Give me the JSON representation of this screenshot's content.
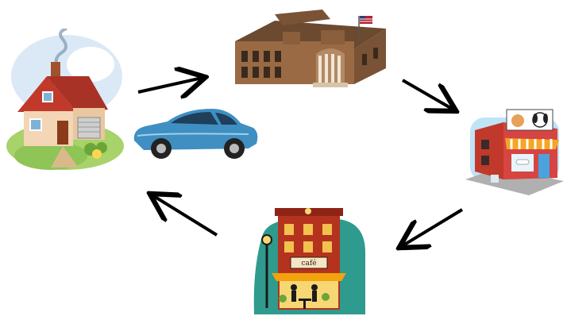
{
  "diagram": {
    "type": "cycle",
    "nodes": [
      {
        "id": "house",
        "icon": "house-icon"
      },
      {
        "id": "car",
        "icon": "car-icon"
      },
      {
        "id": "school",
        "icon": "school-building-icon"
      },
      {
        "id": "pet-store",
        "icon": "pet-store-icon"
      },
      {
        "id": "cafe",
        "icon": "cafe-icon",
        "sign_text": "café"
      }
    ],
    "edges": [
      {
        "from": "house",
        "to": "school"
      },
      {
        "from": "school",
        "to": "pet-store"
      },
      {
        "from": "pet-store",
        "to": "cafe"
      },
      {
        "from": "cafe",
        "to": "house"
      }
    ]
  },
  "colors": {
    "arrow": "#000000",
    "car_body": "#3f8fc2",
    "house_roof": "#c0392b",
    "school_brick": "#9a6a44",
    "cafe_brick": "#b5321f",
    "cafe_awning": "#f2a20c",
    "pet_awning": "#f5a623",
    "cafe_backdrop": "#2f9a8e"
  }
}
